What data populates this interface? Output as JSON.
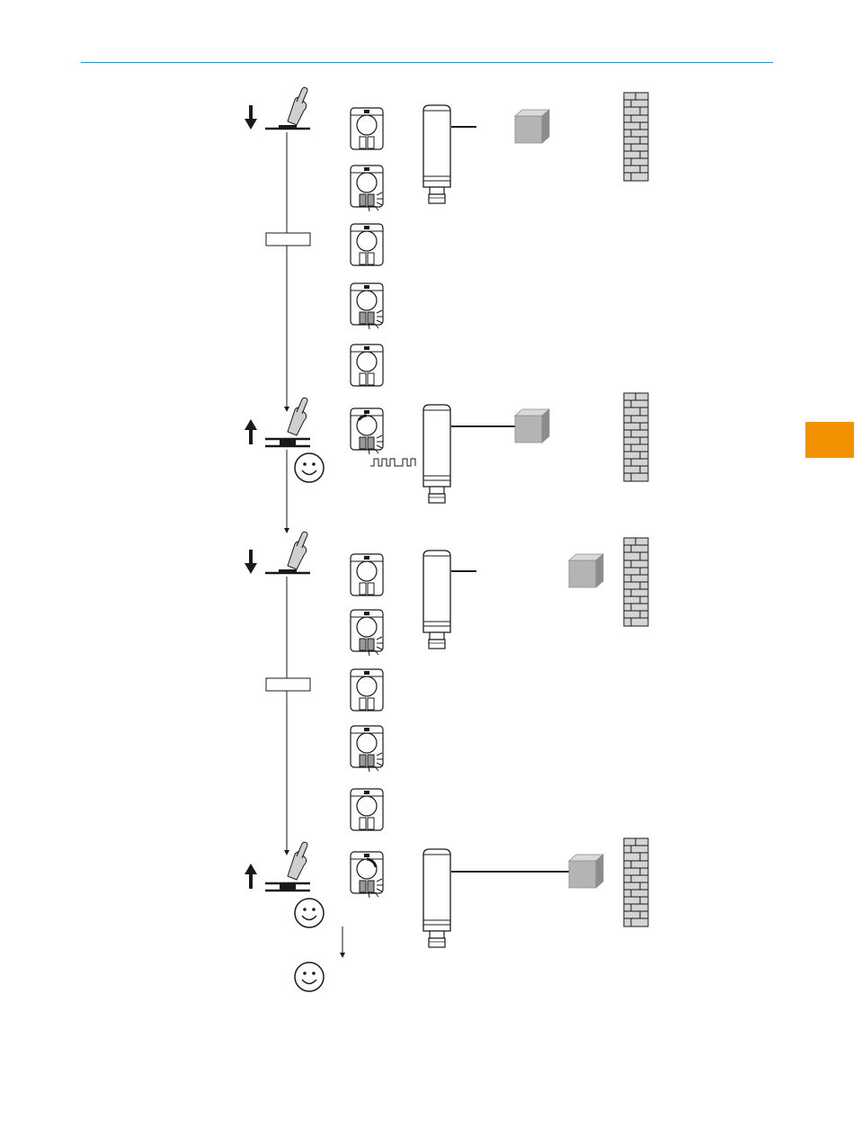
{
  "colors": {
    "header_rule": "#2a8fc1",
    "side_tab": "#f39200",
    "line": "#1a1a1a",
    "object_front": "#b4b4b4",
    "object_top": "#d9d9d9",
    "object_side": "#8c8c8c",
    "wall_fill": "#d4d4d4",
    "led_fill": "#9a9a9a"
  },
  "sequences": [
    {
      "name": "teach-background",
      "icons": [
        "hand-press-icon",
        "led-off-icon",
        "led-flashing-icon",
        "led-off-icon",
        "led-flashing-icon",
        "led-off-icon",
        "hand-release-icon",
        "led-on-icon",
        "smiley-icon",
        "pulse-signal-icon"
      ],
      "object_position": "near-sensor",
      "wall_position": "far"
    },
    {
      "name": "teach-object",
      "icons": [
        "hand-press-icon",
        "led-off-icon",
        "led-flashing-icon",
        "led-off-icon",
        "led-flashing-icon",
        "led-off-icon",
        "hand-release-icon",
        "led-on-icon",
        "smiley-icon",
        "smiley-icon"
      ],
      "object_position": "near-wall",
      "wall_position": "far"
    }
  ]
}
